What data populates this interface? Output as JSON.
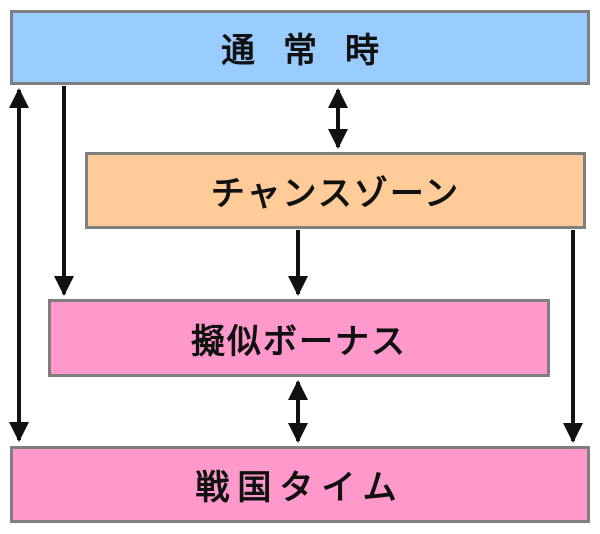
{
  "boxes": {
    "normal": {
      "label": "通常時",
      "color": "#99ccff"
    },
    "chance_zone": {
      "label": "チャンスゾーン",
      "color": "#ffcc99"
    },
    "pseudo_bonus": {
      "label": "擬似ボーナス",
      "color": "#ff99cc"
    },
    "battle_time": {
      "label": "戦国タイム",
      "color": "#ff99cc"
    }
  },
  "edges": [
    {
      "from": "通常時",
      "to": "戦国タイム",
      "direction": "both"
    },
    {
      "from": "通常時",
      "to": "擬似ボーナス",
      "direction": "one-way"
    },
    {
      "from": "通常時",
      "to": "チャンスゾーン",
      "direction": "both"
    },
    {
      "from": "チャンスゾーン",
      "to": "擬似ボーナス",
      "direction": "one-way"
    },
    {
      "from": "チャンスゾーン",
      "to": "戦国タイム",
      "direction": "one-way"
    },
    {
      "from": "擬似ボーナス",
      "to": "戦国タイム",
      "direction": "both"
    }
  ],
  "arrow_color": "#111111",
  "border_color": "#7f7f7f"
}
